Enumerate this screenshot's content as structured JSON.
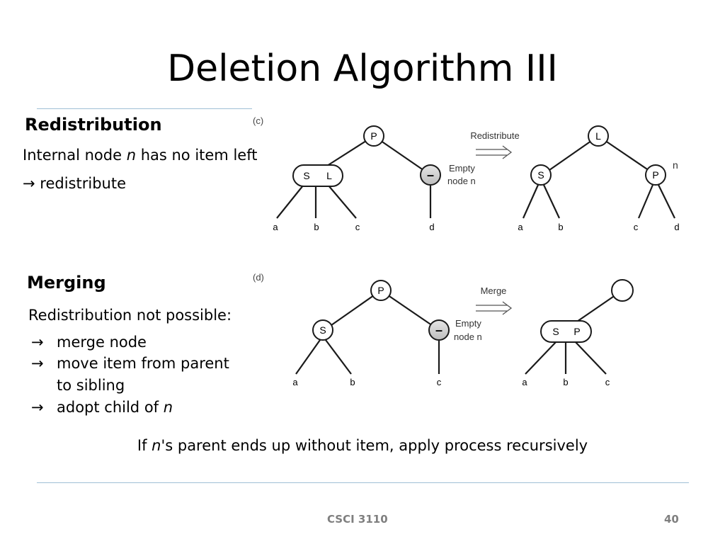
{
  "slide": {
    "title": "Deletion Algorithm III",
    "footer_left": "CSCI 3110",
    "page_number": "40",
    "summary": {
      "prefix": "If ",
      "var": "n",
      "suffix": "'s parent ends up without item, apply process recursively"
    }
  },
  "redistribution": {
    "heading": "Redistribution",
    "line1_prefix": "Internal node ",
    "line1_var": "n",
    "line1_suffix": " has no item left",
    "line2_arrow": "→",
    "line2": "redistribute"
  },
  "merging": {
    "heading": "Merging",
    "intro": "Redistribution not possible:",
    "bullets": [
      {
        "arrow": "→",
        "text": "merge node"
      },
      {
        "arrow": "→",
        "text": "move item from parent"
      },
      {
        "arrow": "",
        "text": "to sibling"
      },
      {
        "arrow": "→",
        "prefix": "adopt child of ",
        "var": "n"
      }
    ]
  },
  "diagram_c": {
    "panel_label": "(c)",
    "before": {
      "root": "P",
      "left_node": [
        "S",
        "L"
      ],
      "empty_node_symbol": "–",
      "empty_label_line1": "Empty",
      "empty_label_line2": "node n",
      "leaves": [
        "a",
        "b",
        "c",
        "d"
      ]
    },
    "action_label": "Redistribute",
    "after": {
      "root": "L",
      "left_node": "S",
      "right_node": "P",
      "right_node_label": "n",
      "leaves": [
        "a",
        "b",
        "c",
        "d"
      ]
    }
  },
  "diagram_d": {
    "panel_label": "(d)",
    "before": {
      "root": "P",
      "left_node": "S",
      "empty_node_symbol": "–",
      "empty_label_line1": "Empty",
      "empty_label_line2": "node n",
      "leaves": [
        "a",
        "b",
        "c"
      ]
    },
    "action_label": "Merge",
    "after": {
      "merged_node": [
        "S",
        "P"
      ],
      "leaves": [
        "a",
        "b",
        "c"
      ]
    }
  }
}
